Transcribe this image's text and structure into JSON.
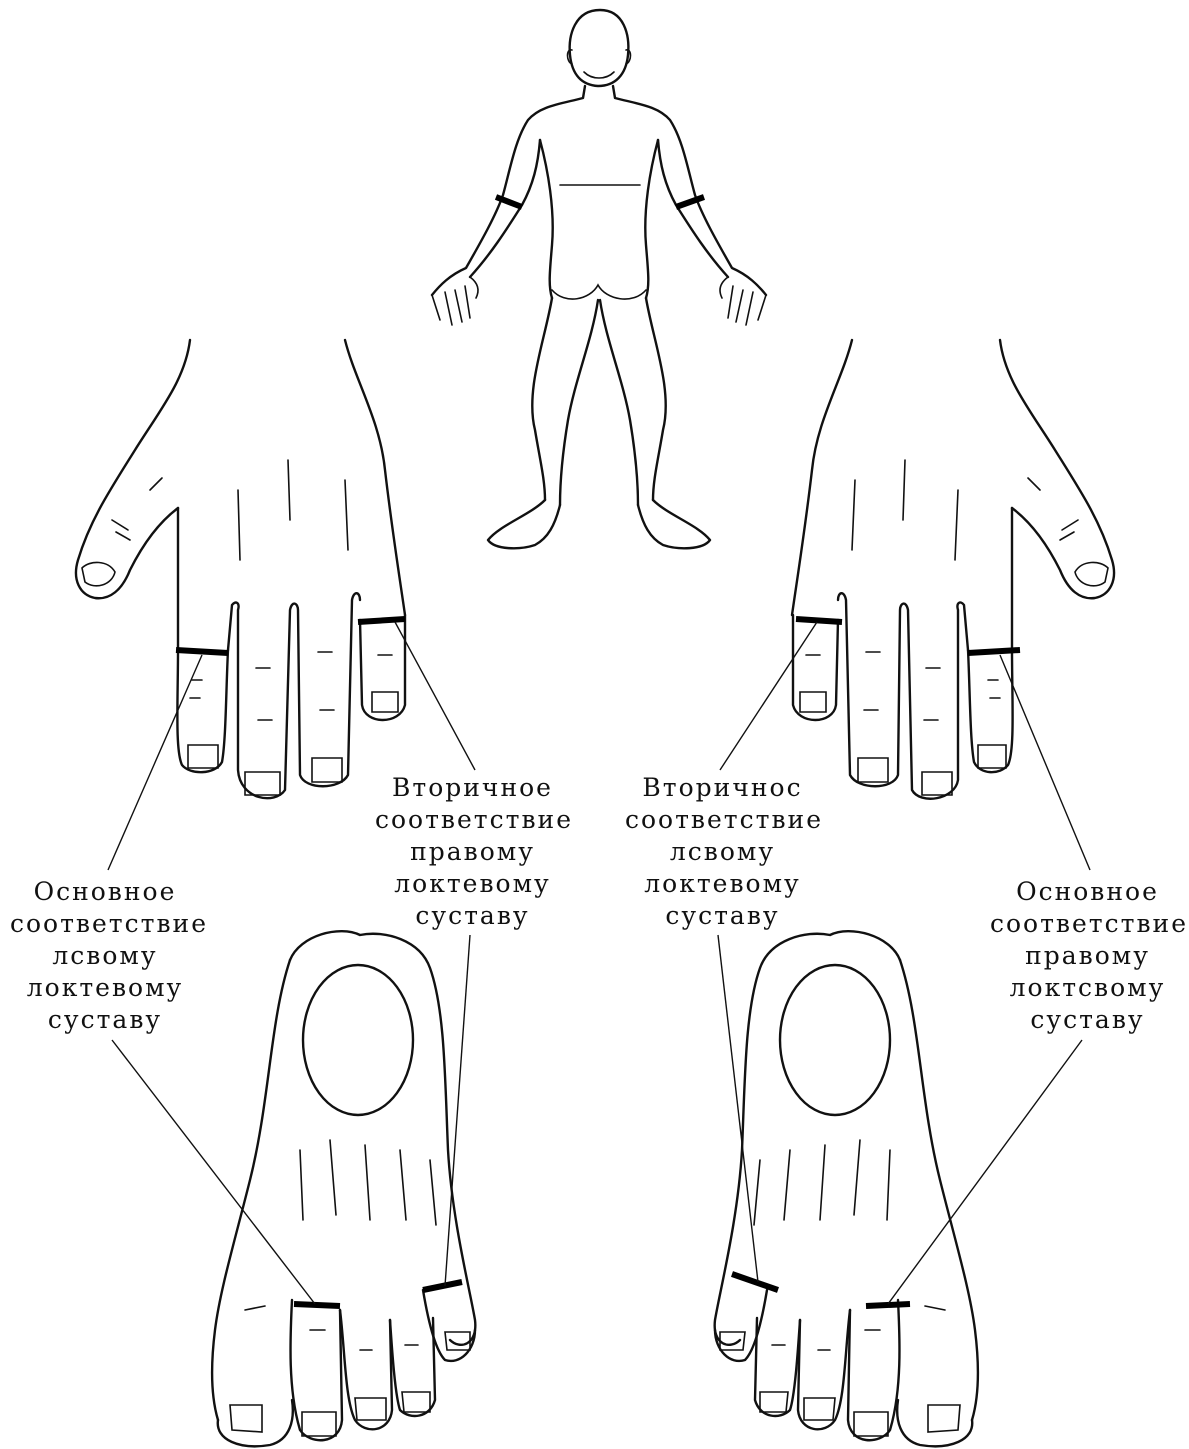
{
  "labels": {
    "left_primary": [
      "Основное",
      "соответствие",
      "лсвому",
      "локтевому",
      "суставу"
    ],
    "left_secondary": [
      "Вторичное",
      "соответствие",
      "правому",
      "локтевому",
      "суставу"
    ],
    "right_secondary": [
      "Вторичнос",
      "соответствие",
      "лсвому",
      "локтевому",
      "суставу"
    ],
    "right_primary": [
      "Основное",
      "соответствие",
      "правому",
      "локтсвому",
      "суставу"
    ]
  },
  "colors": {
    "ink": "#111111",
    "background": "#ffffff"
  }
}
